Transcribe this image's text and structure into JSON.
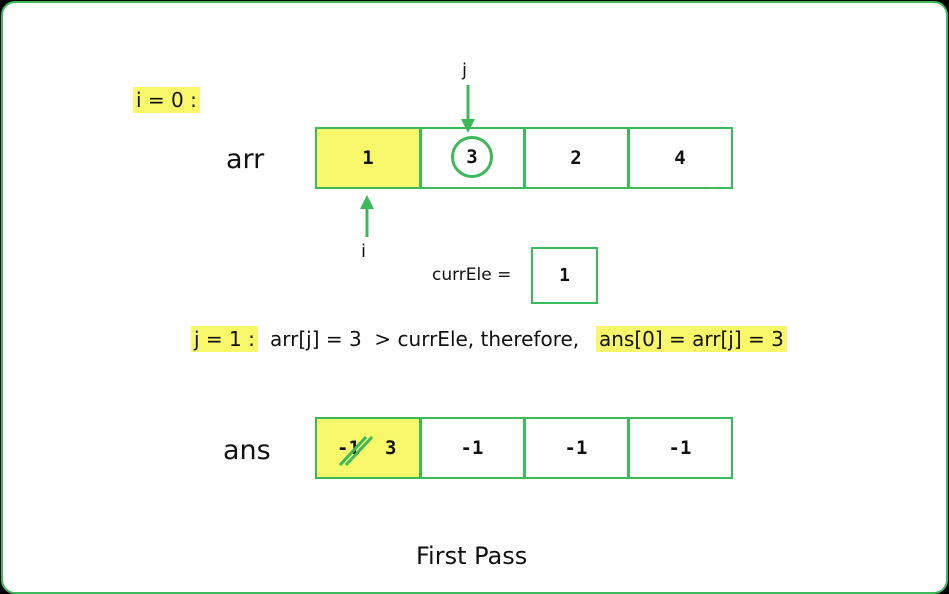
{
  "diagram": {
    "i_label": "i = 0 :",
    "arr_label": "arr",
    "arr": [
      "1",
      "3",
      "2",
      "4"
    ],
    "j_pointer": "j",
    "i_pointer": "i",
    "curr_label": "currEle =",
    "curr_value": "1",
    "step_j": "j = 1 :",
    "step_cond": "arr[j] = 3  > currEle, therefore,",
    "step_result": "ans[0] = arr[j] = 3",
    "ans_label": "ans",
    "ans_old": "-1",
    "ans_new": "3",
    "ans_rest": [
      "-1",
      "-1",
      "-1"
    ],
    "caption": "First Pass",
    "colors": {
      "accent": "#3cb95a",
      "highlight": "#f8f86a"
    }
  }
}
